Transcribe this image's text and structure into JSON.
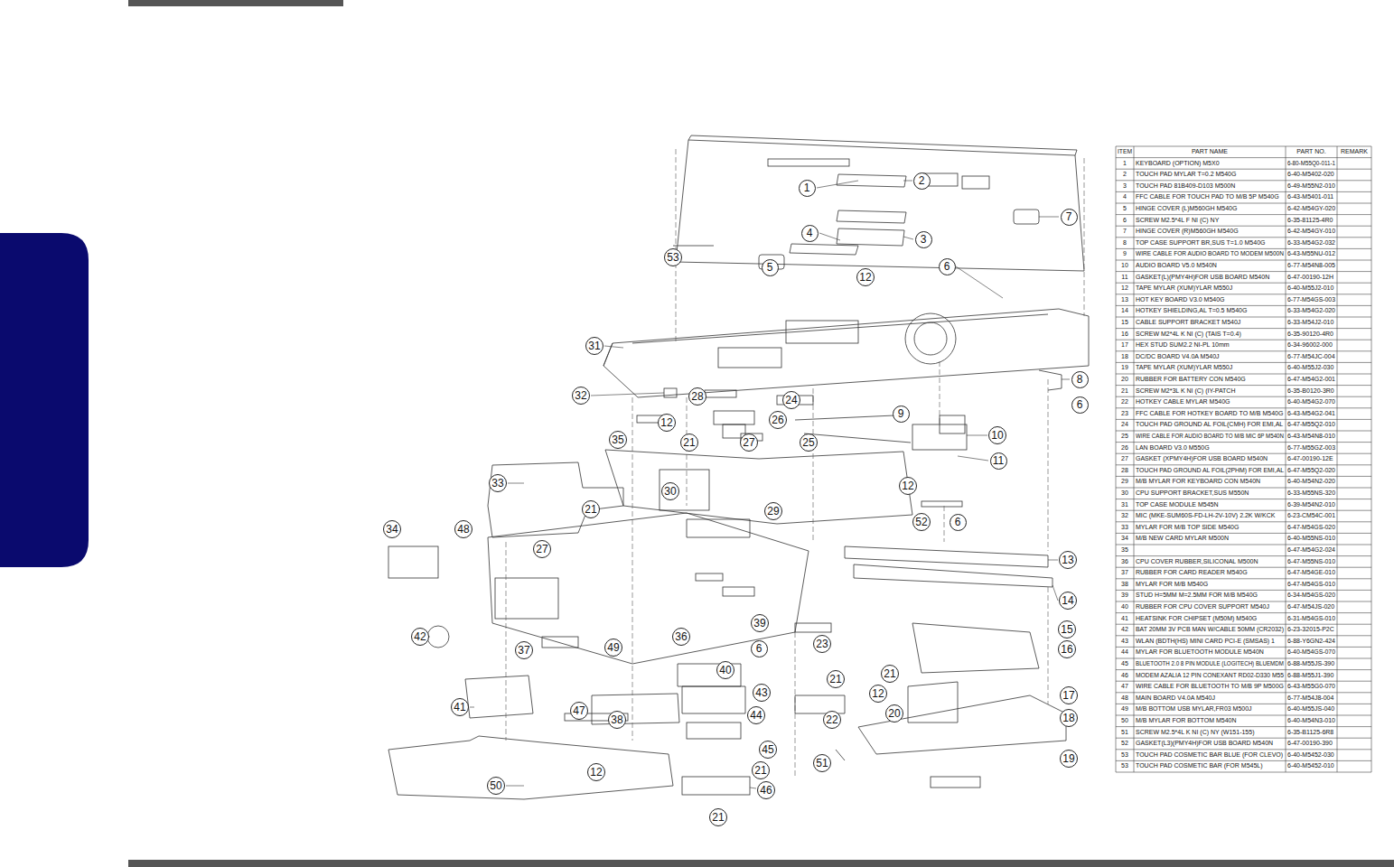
{
  "diagram": {
    "nodes": [
      {
        "text": [
          "1"
        ]
      },
      {
        "text": [
          "2"
        ]
      },
      {
        "text": [
          "4"
        ]
      },
      {
        "text": [
          "3"
        ]
      },
      {
        "text": [
          "53"
        ]
      },
      {
        "text": [
          "5"
        ]
      },
      {
        "text": [
          "6"
        ]
      },
      {
        "text": [
          "7"
        ]
      },
      {
        "text": [
          "12"
        ]
      },
      {
        "text": [
          "31"
        ]
      },
      {
        "text": [
          "8"
        ]
      },
      {
        "text": [
          "6"
        ]
      },
      {
        "text": [
          "32"
        ]
      },
      {
        "text": [
          "28"
        ]
      },
      {
        "text": [
          "24"
        ]
      },
      {
        "text": [
          "9"
        ]
      },
      {
        "text": [
          "26"
        ]
      },
      {
        "text": [
          "12"
        ]
      },
      {
        "text": [
          "10"
        ]
      },
      {
        "text": [
          "35"
        ]
      },
      {
        "text": [
          "21"
        ]
      },
      {
        "text": [
          "27"
        ]
      },
      {
        "text": [
          "25"
        ]
      },
      {
        "text": [
          "11"
        ]
      },
      {
        "text": [
          "33"
        ]
      },
      {
        "text": [
          "12"
        ]
      },
      {
        "text": [
          "30"
        ]
      },
      {
        "text": [
          "21"
        ]
      },
      {
        "text": [
          "29"
        ]
      },
      {
        "text": [
          "52"
        ]
      },
      {
        "text": [
          "6"
        ]
      },
      {
        "text": [
          "34"
        ]
      },
      {
        "text": [
          "48"
        ]
      },
      {
        "text": [
          "27"
        ]
      },
      {
        "text": [
          "13"
        ]
      },
      {
        "text": [
          "14"
        ]
      },
      {
        "text": [
          "39"
        ]
      },
      {
        "text": [
          "15"
        ]
      },
      {
        "text": [
          "42"
        ]
      },
      {
        "text": [
          "36"
        ]
      },
      {
        "text": [
          "23"
        ]
      },
      {
        "text": [
          "49"
        ]
      },
      {
        "text": [
          "6"
        ]
      },
      {
        "text": [
          "16"
        ]
      },
      {
        "text": [
          "37"
        ]
      },
      {
        "text": [
          "40"
        ]
      },
      {
        "text": [
          "21"
        ]
      },
      {
        "text": [
          "21"
        ]
      },
      {
        "text": [
          "12"
        ]
      },
      {
        "text": [
          "20"
        ]
      },
      {
        "text": [
          "43"
        ]
      },
      {
        "text": [
          "17"
        ]
      },
      {
        "text": [
          "41"
        ]
      },
      {
        "text": [
          "47"
        ]
      },
      {
        "text": [
          "22"
        ]
      },
      {
        "text": [
          "44"
        ]
      },
      {
        "text": [
          "18"
        ]
      },
      {
        "text": [
          "38"
        ]
      },
      {
        "text": [
          "45"
        ]
      },
      {
        "text": [
          "19"
        ]
      },
      {
        "text": [
          "51"
        ]
      },
      {
        "text": [
          "21"
        ]
      },
      {
        "text": [
          "12"
        ]
      },
      {
        "text": [
          "50"
        ]
      },
      {
        "text": [
          "46"
        ]
      },
      {
        "text": [
          "21"
        ]
      }
    ],
    "labels": [
      "ITEM",
      "PART NAME",
      "PART NO.",
      "REMARK",
      "1",
      "KEYBOARD (OPTION) M5X0",
      "6-80-M55Q0-011-1",
      "2",
      "TOUCH PAD MYLAR T=0.2 M540G",
      "6-40-M5402-020",
      "3",
      "TOUCH PAD 81B409-D103 M500N",
      "6-49-M55N2-010",
      "4",
      "FFC CABLE FOR TOUCH PAD TO M/B 5P M540G",
      "6-43-M5401-011",
      "5",
      "HINGE COVER (L)M560GH M540G",
      "6-42-M54GY-020",
      "6",
      "SCREW M2.5*4L F NI (C) NY",
      "6-35-81125-4R0",
      "7",
      "HINGE COVER (R)M560GH M540G",
      "6-42-M54GY-010",
      "8",
      "TOP CASE SUPPORT BR,SUS T=1.0 M540G",
      "6-33-M54G2-032",
      "9",
      "WIRE CABLE FOR AUDIO BOARD TO MODEM M500N",
      "6-43-M55NU-012",
      "10",
      "AUDIO BOARD V5.0 M540N",
      "6-77-M54N8-005",
      "11",
      "GASKET(L)(PMY4H)FOR USB BOARD M540N",
      "6-47-00190-12H",
      "12",
      "TAPE MYLAR (XUM)YLAR M550J",
      "6-40-M55J2-010",
      "13",
      "HOT KEY BOARD V3.0 M540G",
      "6-77-M54GS-003",
      "14",
      "HOTKEY SHIELDING,AL T=0.5 M540G",
      "6-33-M54G2-020",
      "15",
      "CABLE SUPPORT BRACKET M540J",
      "6-33-M54J2-010",
      "16",
      "SCREW M2*4L K NI (C) (TAIS T=0.4)",
      "6-35-90120-4R0",
      "17",
      "HEX STUD SUM2.2 NI-PL 10mm",
      "6-34-96002-000",
      "18",
      "DC/DC BOARD V4.0A M540J",
      "6-77-M54JC-004",
      "19",
      "TAPE MYLAR (XUM)YLAR M550J",
      "6-40-M55J2-030",
      "20",
      "RUBBER FOR BATTERY CON M540G",
      "6-47-M54G2-001",
      "21",
      "SCREW M2*3L K NI (C) (IY-PATCH",
      "6-35-B0120-3R0",
      "22",
      "HOTKEY CABLE MYLAR M540G",
      "6-40-M54G2-070",
      "23",
      "FFC CABLE FOR HOTKEY BOARD TO M/B M540G",
      "6-43-M54G2-041",
      "24",
      "TOUCH PAD GROUND AL FOIL(CMH) FOR EMI,AL",
      "6-47-M55Q2-010",
      "25",
      "WIRE CABLE FOR AUDIO BOARD TO M/B MIC 6P M540N",
      "6-43-M54N8-010",
      "26",
      "LAN BOARD V3.0 M550G",
      "6-77-M55GZ-003",
      "27",
      "GASKET (XPMY4H)FOR USB BOARD M540N",
      "6-47-00190-12E",
      "28",
      "TOUCH PAD GROUND AL FOIL(2PHM) FOR EMI,AL",
      "6-47-M55Q2-020",
      "29",
      "M/B MYLAR FOR KEYBOARD CON M540N",
      "6-40-M54N2-020",
      "30",
      "CPU SUPPORT BRACKET,SUS M550N",
      "6-33-M55NS-320",
      "31",
      "TOP CASE MODULE M545N",
      "6-39-M54N2-010",
      "32",
      "MIC (MKE-SUM60S-FD-LH-2V-10V) 2.2K W/KCK",
      "6-23-CM54C-001",
      "33",
      "MYLAR FOR M/B TOP SIDE M540G",
      "6-47-M54GS-020",
      "34",
      "M/B NEW CARD MYLAR M500N",
      "6-40-M55NS-010",
      "35",
      "6-47-M54G2-024",
      "36",
      "CPU COVER RUBBER,SILICONAL M500N",
      "6-47-M55NS-010",
      "37",
      "RUBBER FOR CARD READER M540G",
      "6-47-M54GE-010",
      "38",
      "MYLAR FOR M/B M540G",
      "6-47-M54GS-010",
      "39",
      "STUD H=5MM M=2.5MM FOR M/B M540G",
      "6-34-M54GS-020",
      "40",
      "RUBBER FOR CPU COVER SUPPORT M540J",
      "6-47-M54JS-020",
      "41",
      "HEATSINK FOR CHIPSET (M50M) M540G",
      "6-31-M54GS-010",
      "42",
      "BAT 20MM 3V PCB MAN W/CABLE 50MM (CR2032)",
      "6-23-32015-P2C",
      "43",
      "WLAN (BDTH(HS) MINI CARD PCI-E (SMSAS) 1",
      "6-88-Y6GN2-424",
      "44",
      "MYLAR FOR BLUETOOTH MODULE M540N",
      "6-40-M54GS-070",
      "45",
      "BLUETOOTH 2.0 8 PIN MODULE (LOGITECH) BLUEMDM",
      "6-88-M55JS-390",
      "46",
      "MODEM AZALIA 12 PIN CONEXANT RD02-D330 M55",
      "6-88-M55J1-390",
      "47",
      "WIRE CABLE FOR BLUETOOTH TO M/B 9P M500G",
      "6-43-M55G0-070",
      "48",
      "MAIN BOARD V4.0A M540J",
      "6-77-M54J8-004",
      "49",
      "M/B BOTTOM USB MYLAR,FR03 M500J",
      "6-40-M55JS-040",
      "50",
      "M/B MYLAR FOR BOTTOM M540N",
      "6-40-M54N3-010",
      "51",
      "SCREW M2.5*4L K NI (C) NY (W151-155)",
      "6-35-B1125-6R8",
      "52",
      "GASKET(L3)(PMY4H)FOR USB BOARD M540N",
      "6-47-00190-390",
      "53",
      "TOUCH PAD COSMETIC BAR BLUE (FOR CLEVO)",
      "6-40-M5452-030",
      "53",
      "TOUCH PAD COSMETIC BAR (FOR M545L)",
      "6-40-M5452-010"
    ]
  }
}
